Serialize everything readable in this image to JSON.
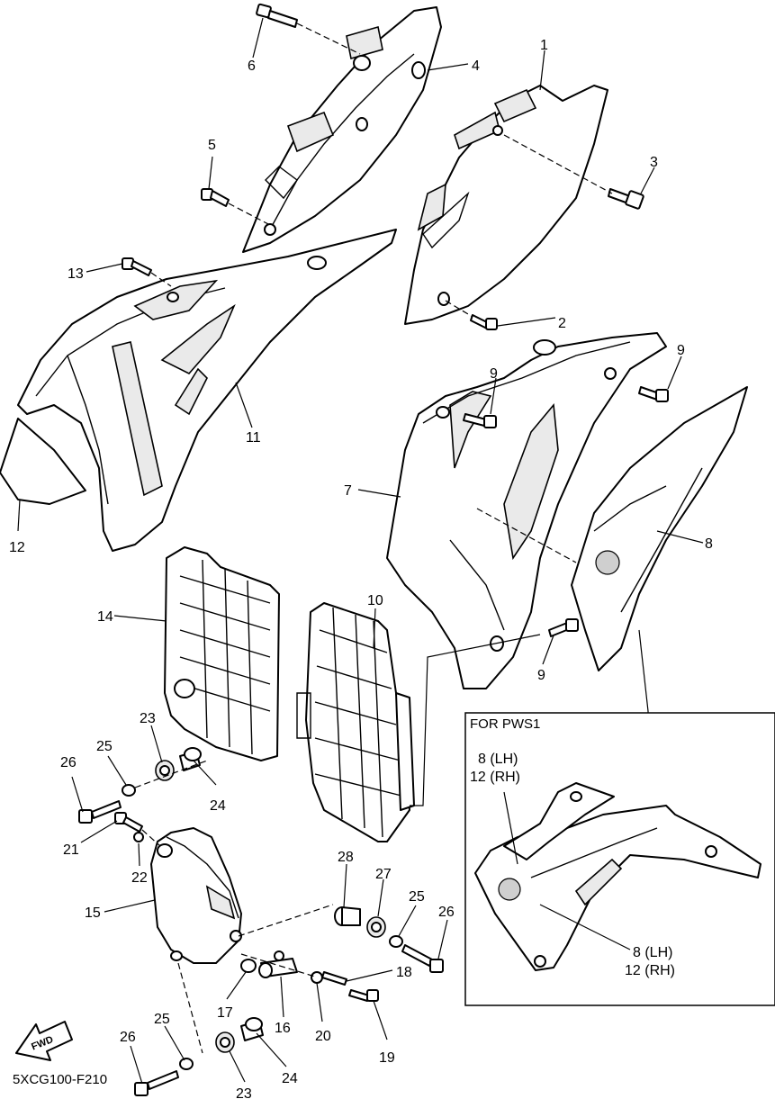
{
  "diagram_code": "5XCG100-F210",
  "fwd_label": "FWD",
  "inset": {
    "title": "FOR PWS1",
    "label_a_line1": "8  (LH)",
    "label_a_line2": "12 (RH)",
    "label_b_line1": "8  (LH)",
    "label_b_line2": "12 (RH)"
  },
  "callouts": [
    "1",
    "2",
    "3",
    "4",
    "5",
    "6",
    "7",
    "8",
    "9",
    "9",
    "9",
    "10",
    "11",
    "12",
    "13",
    "14",
    "15",
    "16",
    "17",
    "18",
    "19",
    "20",
    "21",
    "22",
    "23",
    "23",
    "24",
    "24",
    "25",
    "25",
    "25",
    "26",
    "26",
    "26",
    "27",
    "28"
  ]
}
